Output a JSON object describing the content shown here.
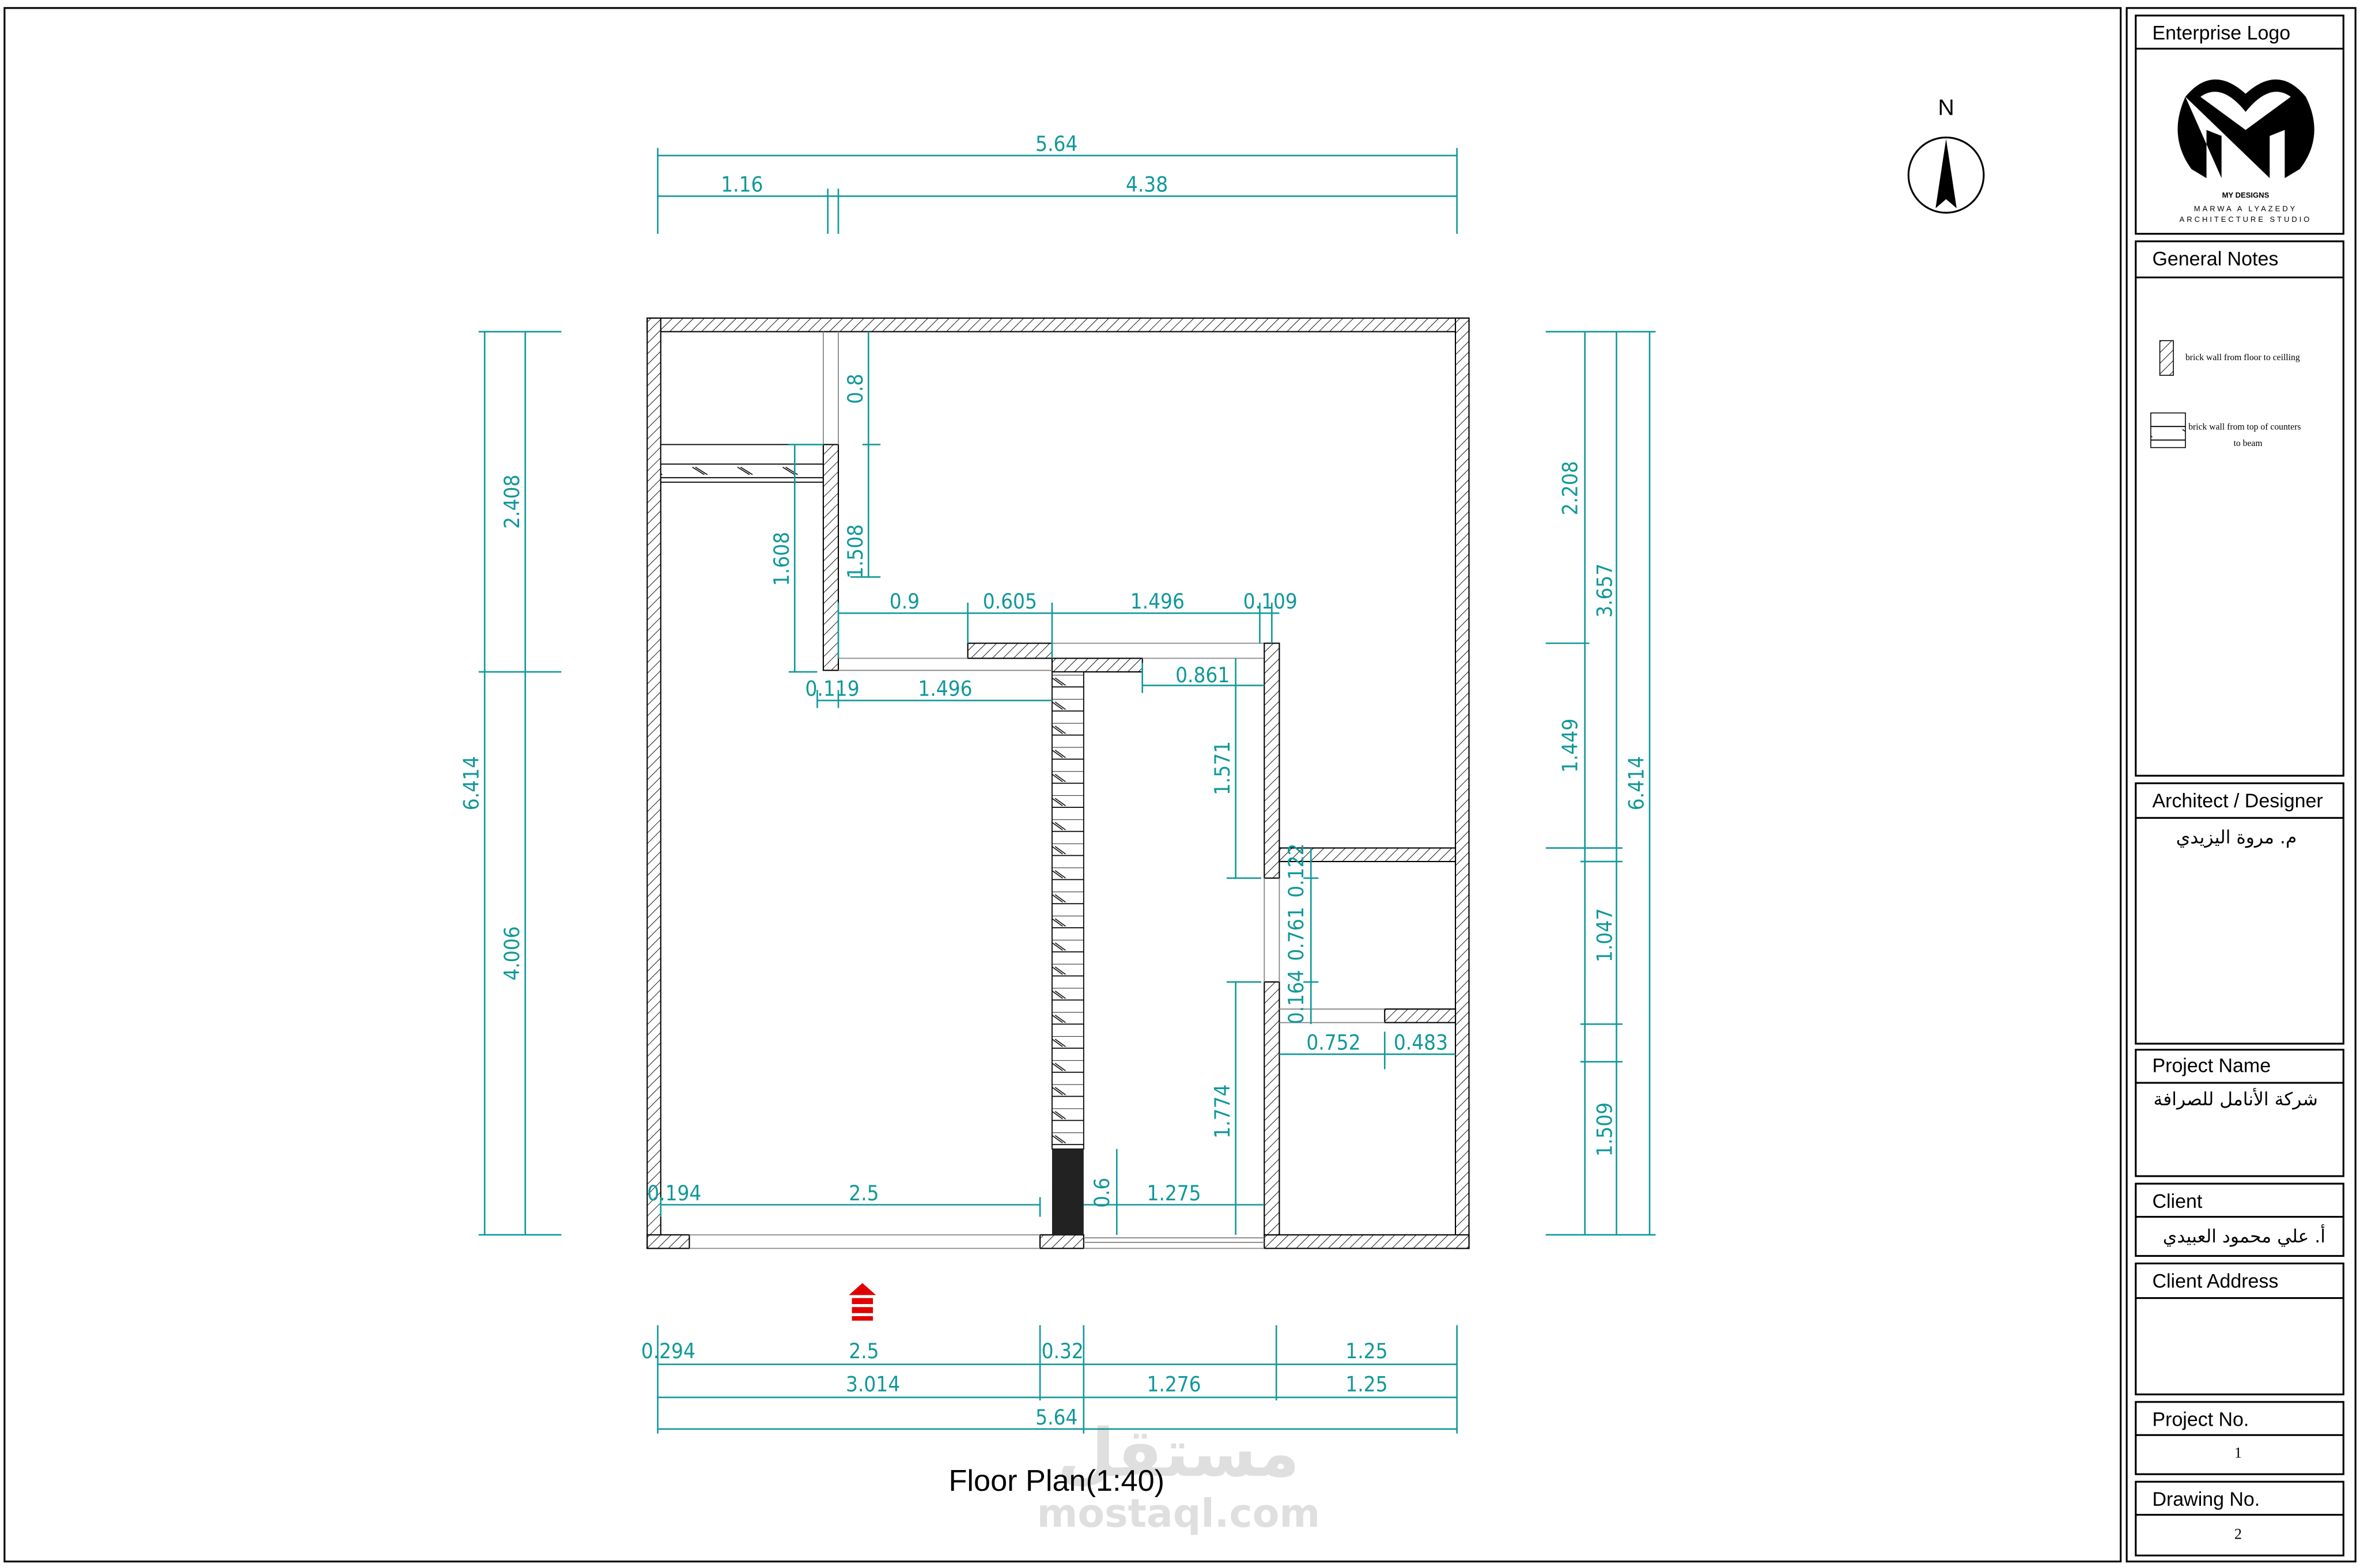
{
  "drawing": {
    "title": "Floor Plan(1:40)",
    "north_label": "N",
    "watermark_ar": "مستقل",
    "watermark_en": "mostaql.com",
    "dims": [
      "5.64",
      "1.16",
      "4.38",
      "2.408",
      "4.006",
      "6.414",
      "0.8",
      "1.508",
      "1.608",
      "0.9",
      "0.605",
      "1.496",
      "0.109",
      "0.119",
      "1.496",
      "0.861",
      "1.571",
      "0.122",
      "0.761",
      "0.164",
      "0.752",
      "0.483",
      "1.774",
      "0.194",
      "2.5",
      "0.6",
      "1.275",
      "2.208",
      "3.657",
      "1.449",
      "6.414",
      "1.047",
      "1.509",
      "0.294",
      "2.5",
      "0.32",
      "1.25",
      "3.014",
      "1.276",
      "1.25",
      "5.64"
    ],
    "colors": {
      "dimension": "#10989a",
      "entrance_arrow": "#e00000"
    }
  },
  "title_block": {
    "logo_header": "Enterprise Logo",
    "logo_line1": "MY DESIGNS",
    "logo_line2": "MARWA A LYAZEDY",
    "logo_line3": "ARCHITECTURE STUDIO",
    "notes_header": "General Notes",
    "note1": "brick wall from floor to ceilling",
    "note2a": "brick wall from top of counters",
    "note2b": "to beam",
    "architect_header": "Architect / Designer",
    "architect_value": "م. مروة اليزيدي",
    "project_name_header": "Project Name",
    "project_name_value": "شركة الأنامل للصرافة",
    "client_header": "Client",
    "client_value": "أ. علي محمود العبيدي",
    "client_address_header": "Client Address",
    "project_no_header": "Project No.",
    "project_no_value": "1",
    "drawing_no_header": "Drawing No.",
    "drawing_no_value": "2"
  }
}
